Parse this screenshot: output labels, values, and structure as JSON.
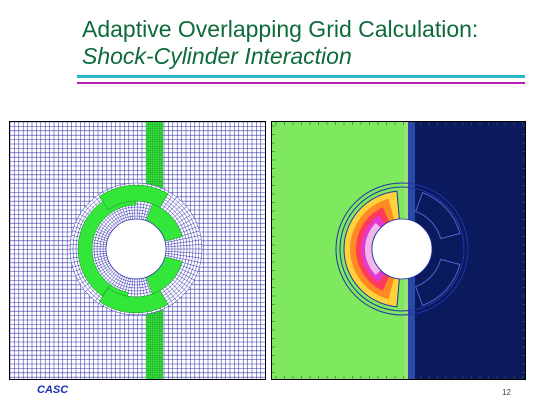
{
  "slide": {
    "title_line1": "Adaptive Overlapping Grid Calculation:",
    "title_line2": "Shock-Cylinder Interaction",
    "footer_logo": "CASC",
    "slide_number": "12"
  },
  "colors": {
    "title": "#0d6b3a",
    "rule_teal": "#2ab5c8",
    "rule_violet": "#b81fb0",
    "grid_line": "#3535b0",
    "refine_patch": "#33e63a",
    "field_green": "#7ee85e",
    "shock_dark": "#0a1a5c",
    "logo": "#1a2fb8"
  },
  "figures": [
    {
      "name": "overlapping-grid-plot",
      "icon": "grid-mesh"
    },
    {
      "name": "shock-field-plot",
      "icon": "contour-field"
    }
  ]
}
